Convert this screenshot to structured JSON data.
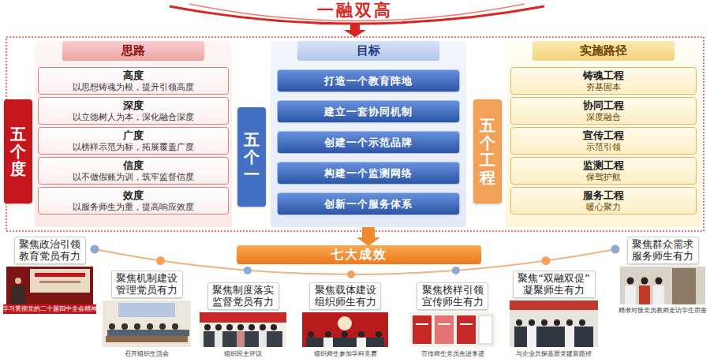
{
  "diagram": {
    "title": "一融双高",
    "nodes": [
      {
        "text": [
          "五个度"
        ]
      },
      {
        "text": [
          "思路"
        ]
      },
      {
        "text": [
          "高度",
          "以思想铸魂为根，提升引领高度"
        ],
        "in": 1
      },
      {
        "text": [
          "深度",
          "以立德树人为本，深化融合深度"
        ],
        "in": 1
      },
      {
        "text": [
          "广度",
          "以榜样示范为标，拓展覆盖广度"
        ],
        "in": 1
      },
      {
        "text": [
          "信度",
          "以不做假账为训，筑牢监督信度"
        ],
        "in": 1
      },
      {
        "text": [
          "效度",
          "以服务师生为重，提高响应效度"
        ],
        "in": 1
      },
      {
        "text": [
          "五个一"
        ]
      },
      {
        "text": [
          "目标"
        ]
      },
      {
        "text": [
          "打造一个教育阵地"
        ],
        "in": 8
      },
      {
        "text": [
          "建立一套协同机制"
        ],
        "in": 8
      },
      {
        "text": [
          "创建一个示范品牌"
        ],
        "in": 8
      },
      {
        "text": [
          "构建一个监测网络"
        ],
        "in": 8
      },
      {
        "text": [
          "创新一个服务体系"
        ],
        "in": 8
      },
      {
        "text": [
          "五个工程"
        ]
      },
      {
        "text": [
          "实施路径"
        ]
      },
      {
        "text": [
          "铸魂工程",
          "夯基固本"
        ],
        "in": 15
      },
      {
        "text": [
          "协同工程",
          "深度融合"
        ],
        "in": 15
      },
      {
        "text": [
          "宣传工程",
          "示范引领"
        ],
        "in": 15
      },
      {
        "text": [
          "监测工程",
          "保驾护航"
        ],
        "in": 15
      },
      {
        "text": [
          "服务工程",
          "暖心聚力"
        ],
        "in": 15
      },
      {
        "text": [
          "七大成效"
        ]
      },
      {
        "text": [
          "聚焦政治引领 教育党员有力"
        ]
      },
      {
        "text": [
          "聚焦机制建设 管理党员有力"
        ]
      },
      {
        "text": [
          "聚焦制度落实 监督党员有力"
        ]
      },
      {
        "text": [
          "聚焦载体建设 组织师生有力"
        ]
      },
      {
        "text": [
          "聚焦榜样引领 宣传师生有力"
        ]
      },
      {
        "text": [
          "聚焦“双融双促” 凝聚师生有力"
        ]
      },
      {
        "text": [
          "聚焦群众需求 服务师生有力"
        ]
      }
    ],
    "edges": [
      {
        "from": 8,
        "to": 21,
        "arrow": "to"
      }
    ],
    "labels": [
      "学习贯彻党的二十届四中全会精神",
      "召开组织生活会",
      "组织民主评议",
      "组织师生参加学科竞赛",
      "宣传师生党员先进事迹",
      "与企业共探基层党建新路径",
      "精准对接党员教师走访学生宿舍"
    ]
  }
}
